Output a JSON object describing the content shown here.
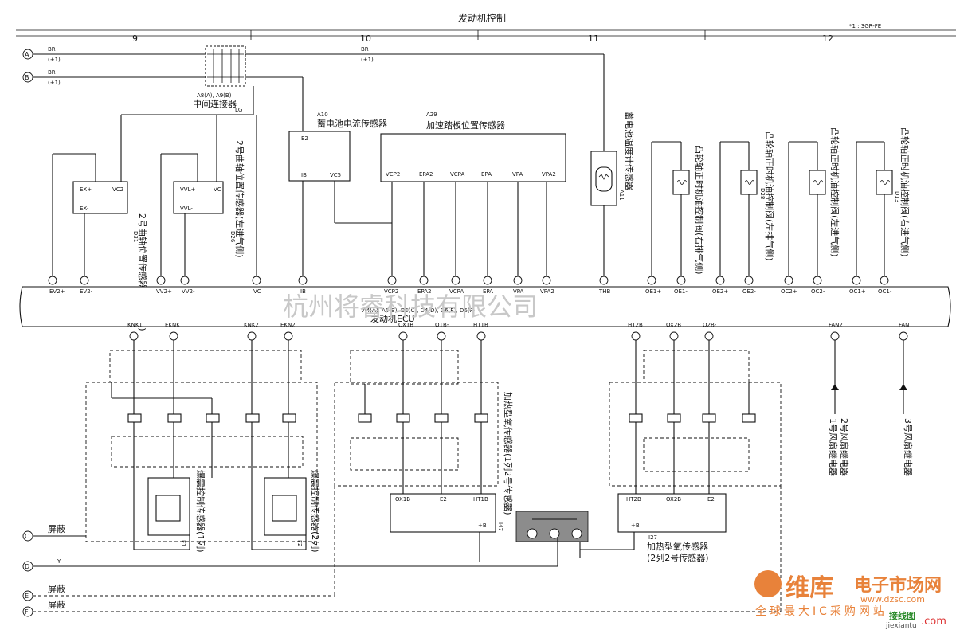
{
  "header": {
    "title": "发动机控制",
    "note": "*1 : 3GR-FE",
    "columns": [
      "9",
      "10",
      "11",
      "12"
    ]
  },
  "connectors": {
    "A": "A",
    "B": "B",
    "C": "C",
    "D": "D",
    "E": "E",
    "F": "F",
    "shield": "屏蔽",
    "wire_Y": "Y"
  },
  "top_wires": {
    "br": "BR",
    "plus1": "(+1)"
  },
  "intermediate": {
    "code": "A8(A), A9(B)",
    "name": "中间连接器",
    "lg": "LG"
  },
  "components": {
    "a10_code": "A10",
    "a10_name": "蓄电池电流传感器",
    "a29_code": "A29",
    "a29_name": "加速踏板位置传感器",
    "a11_code": "A11",
    "a11_name": "蓄电池温度计传感器",
    "d31_code": "D31",
    "d31_name": "2号曲轴位置传感器(左排气侧)",
    "d26_code": "D26",
    "d26_name": "2号曲轴位置传感器(左进气侧)",
    "d11_name": "凸轮轴正时机油控制阀(右排气侧)",
    "d28_code": "D28",
    "d28_name": "凸轮轴正时机油控制阀(左排气侧)",
    "d13_code": "D13",
    "d12_name": "凸轮轴正时机油控制阀(左进气侧)",
    "d13_name": "凸轮轴正时机油控制阀(右进气侧)",
    "f1_code": "F1",
    "f1_name": "爆震控制传感器(1列)",
    "f2_code": "F2",
    "f2_name": "爆震控制传感器(2列)",
    "i47_code": "I47",
    "i47_name": "加热型氧传感器(1列2号传感器)",
    "i27_code": "I27",
    "i27_name": "加热型氧传感器",
    "i27_sub": "(2列2号传感器)",
    "fan1": "1号风扇继电器",
    "fan2": "2号风扇继电器",
    "fan3": "3号风扇继电器"
  },
  "ecu": {
    "codes": "A4(A), A5(B), D5(C), D4(D), D6(E), D6(F)",
    "name": "发动机ECU",
    "watermark": "杭州将睿科技有限公司"
  },
  "watermarks": {
    "brand": "维库",
    "brand2": "电子市场网",
    "url": "www.dzsc.com",
    "slogan": "全球最大IC采购网站",
    "jiexiantu": "接线图",
    "jiexiantu_url": "jiexiantu",
    "jiexiantu_com": ".com"
  }
}
